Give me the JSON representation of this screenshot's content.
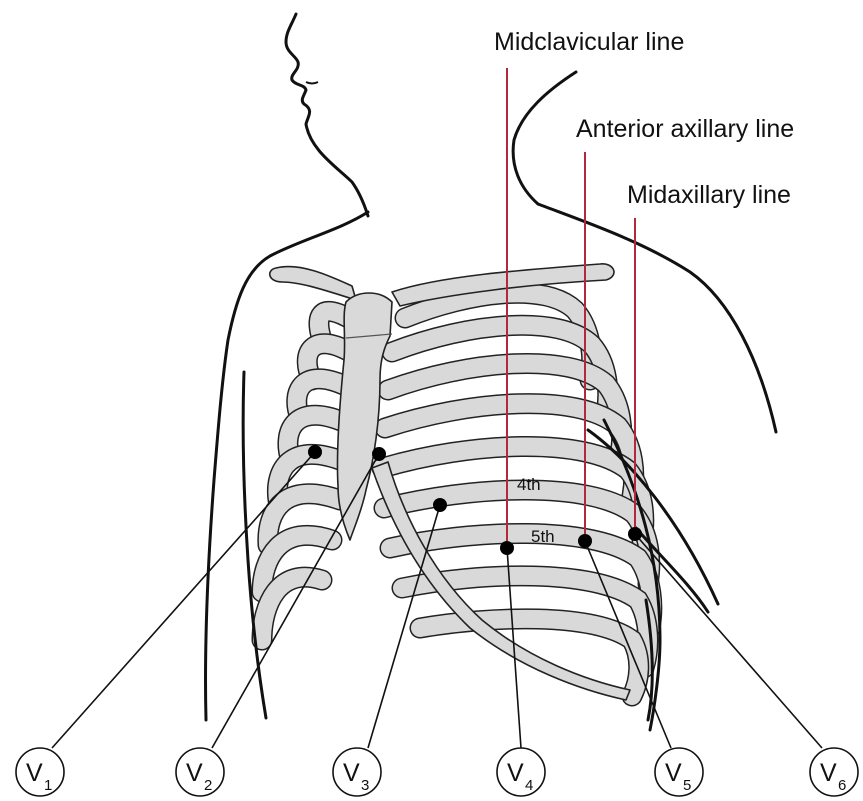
{
  "reference_lines": {
    "midclavicular": "Midclavicular line",
    "anterior_axillary": "Anterior axillary line",
    "midaxillary": "Midaxillary line"
  },
  "intercostal_spaces": {
    "fourth": "4th",
    "fifth": "5th"
  },
  "leads": [
    {
      "letter": "V",
      "sub": "1"
    },
    {
      "letter": "V",
      "sub": "2"
    },
    {
      "letter": "V",
      "sub": "3"
    },
    {
      "letter": "V",
      "sub": "4"
    },
    {
      "letter": "V",
      "sub": "5"
    },
    {
      "letter": "V",
      "sub": "6"
    }
  ],
  "colors": {
    "reference_line": "#b3283a",
    "bone": "#d9d9d9",
    "ink": "#111111"
  }
}
